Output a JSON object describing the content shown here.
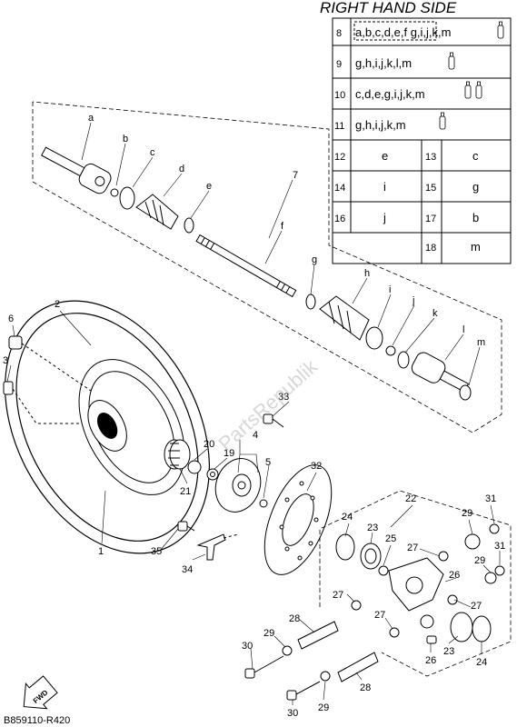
{
  "header": {
    "title": "RIGHT HAND SIDE"
  },
  "table": {
    "rows": [
      {
        "num": "8",
        "text": "a,b,c,d,e,f g,i,j,k,m"
      },
      {
        "num": "9",
        "text": "g,h,i,j,k,l,m"
      },
      {
        "num": "10",
        "text": "c,d,e,g,i,j,k,m"
      },
      {
        "num": "11",
        "text": "g,h,i,j,k,m"
      }
    ],
    "pairs": [
      {
        "num_left": "12",
        "left": "e",
        "num_right": "13",
        "right": "c"
      },
      {
        "num_left": "14",
        "left": "i",
        "num_right": "15",
        "right": "g"
      },
      {
        "num_left": "16",
        "left": "j",
        "num_right": "17",
        "right": "b"
      },
      {
        "num_left": "",
        "left": "",
        "num_right": "18",
        "right": "m"
      }
    ]
  },
  "letters": [
    "a",
    "b",
    "c",
    "d",
    "e",
    "f",
    "g",
    "h",
    "i",
    "j",
    "k",
    "l",
    "m"
  ],
  "callouts": {
    "n1": "1",
    "n2": "2",
    "n3": "3",
    "n4": "4",
    "n5": "5",
    "n6": "6",
    "n7": "7",
    "n19": "19",
    "n20": "20",
    "n21": "21",
    "n22": "22",
    "n23a": "23",
    "n23b": "23",
    "n24a": "24",
    "n24b": "24",
    "n25": "25",
    "n26a": "26",
    "n26b": "26",
    "n27a": "27",
    "n27b": "27",
    "n27c": "27",
    "n27d": "27",
    "n28a": "28",
    "n28b": "28",
    "n29a": "29",
    "n29b": "29",
    "n29c": "29",
    "n29d": "29",
    "n30a": "30",
    "n30b": "30",
    "n31a": "31",
    "n31b": "31",
    "n32": "32",
    "n33": "33",
    "n34": "34",
    "n35": "35"
  },
  "watermark": "PartsRepublik",
  "fwd_label": "FWD",
  "diagram_code": "B859110-R420"
}
